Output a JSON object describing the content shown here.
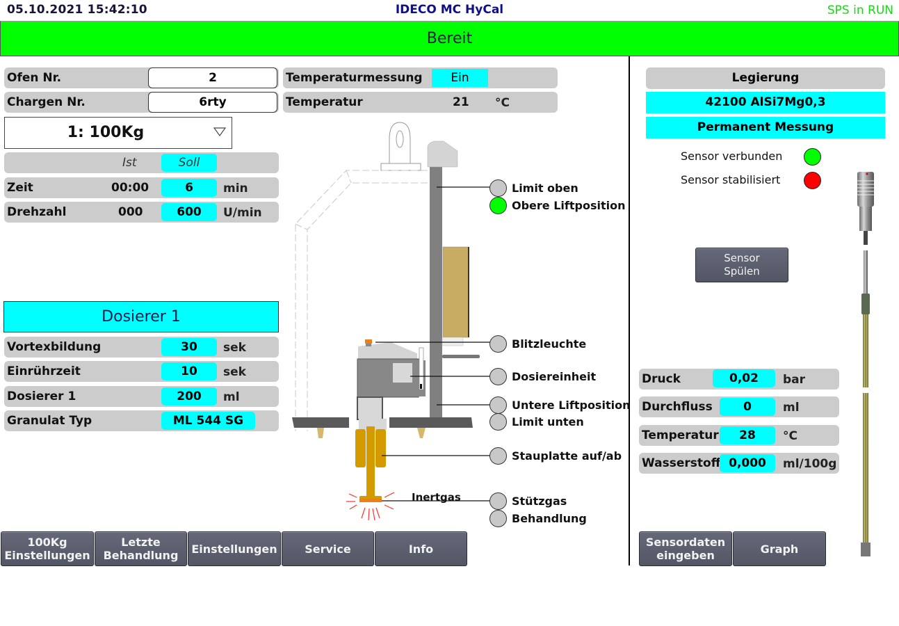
{
  "header": {
    "datetime": "05.10.2021 15:42:10",
    "title": "IDECO MC HyCal",
    "plc_status": "SPS in RUN",
    "status": "Bereit"
  },
  "colors": {
    "status_ok": "#00ff00",
    "value_highlight": "#00ffff",
    "indicator_off": "#c8c8c8",
    "indicator_on": "#00ff00",
    "indicator_alarm": "#ff0000"
  },
  "left": {
    "ofen": {
      "label": "Ofen Nr.",
      "value": "2"
    },
    "charge": {
      "label": "Chargen Nr.",
      "value": "6rty"
    },
    "recipe_select": {
      "selected": "1: 100Kg"
    },
    "table_header": {
      "ist": "Ist",
      "soll": "Soll"
    },
    "rows": [
      {
        "label": "Zeit",
        "ist": "00:00",
        "soll": "6",
        "unit": "min"
      },
      {
        "label": "Drehzahl",
        "ist": "000",
        "soll": "600",
        "unit": "U/min"
      }
    ],
    "dosierer": {
      "title": "Dosierer 1",
      "rows": [
        {
          "label": "Vortexbildung",
          "value": "30",
          "unit": "sek"
        },
        {
          "label": "Einrührzeit",
          "value": "10",
          "unit": "sek"
        },
        {
          "label": "Dosierer 1",
          "value": "200",
          "unit": "ml"
        },
        {
          "label": "Granulat Typ",
          "value": "ML 544 SG",
          "unit": ""
        }
      ]
    }
  },
  "center": {
    "temp_measure": {
      "label": "Temperaturmessung",
      "value": "Ein"
    },
    "temperature": {
      "label": "Temperatur",
      "value": "21",
      "unit": "°C"
    },
    "diagram_label": "Inertgas",
    "indicators": [
      {
        "label": "Limit oben",
        "state": "off"
      },
      {
        "label": "Obere Liftposition",
        "state": "on"
      },
      {
        "label": "Blitzleuchte",
        "state": "off"
      },
      {
        "label": "Dosiereinheit",
        "state": "off"
      },
      {
        "label": "Untere Liftposition",
        "state": "off"
      },
      {
        "label": "Limit unten",
        "state": "off"
      },
      {
        "label": "Stauplatte auf/ab",
        "state": "off"
      },
      {
        "label": "Stützgas",
        "state": "off"
      },
      {
        "label": "Behandlung",
        "state": "off"
      }
    ]
  },
  "right": {
    "legierung_label": "Legierung",
    "legierung_value": "42100 AlSi7Mg0,3",
    "mode": "Permanent Messung",
    "sensor_connected": {
      "label": "Sensor verbunden",
      "state": "on"
    },
    "sensor_stabilized": {
      "label": "Sensor stabilisiert",
      "state": "alarm"
    },
    "flush_button": "Sensor\nSpülen",
    "measurements": [
      {
        "label": "Druck",
        "value": "0,02",
        "unit": "bar"
      },
      {
        "label": "Durchfluss",
        "value": "0",
        "unit": "ml"
      },
      {
        "label": "Temperatur",
        "value": "28",
        "unit": "°C"
      },
      {
        "label": "Wasserstoff",
        "value": "0,000",
        "unit": "ml/100g"
      }
    ]
  },
  "nav": {
    "left_buttons": [
      "100Kg\nEinstellungen",
      "Letzte\nBehandlung",
      "Einstellungen",
      "Service",
      "Info"
    ],
    "right_buttons": [
      "Sensordaten\neingeben",
      "Graph"
    ]
  }
}
